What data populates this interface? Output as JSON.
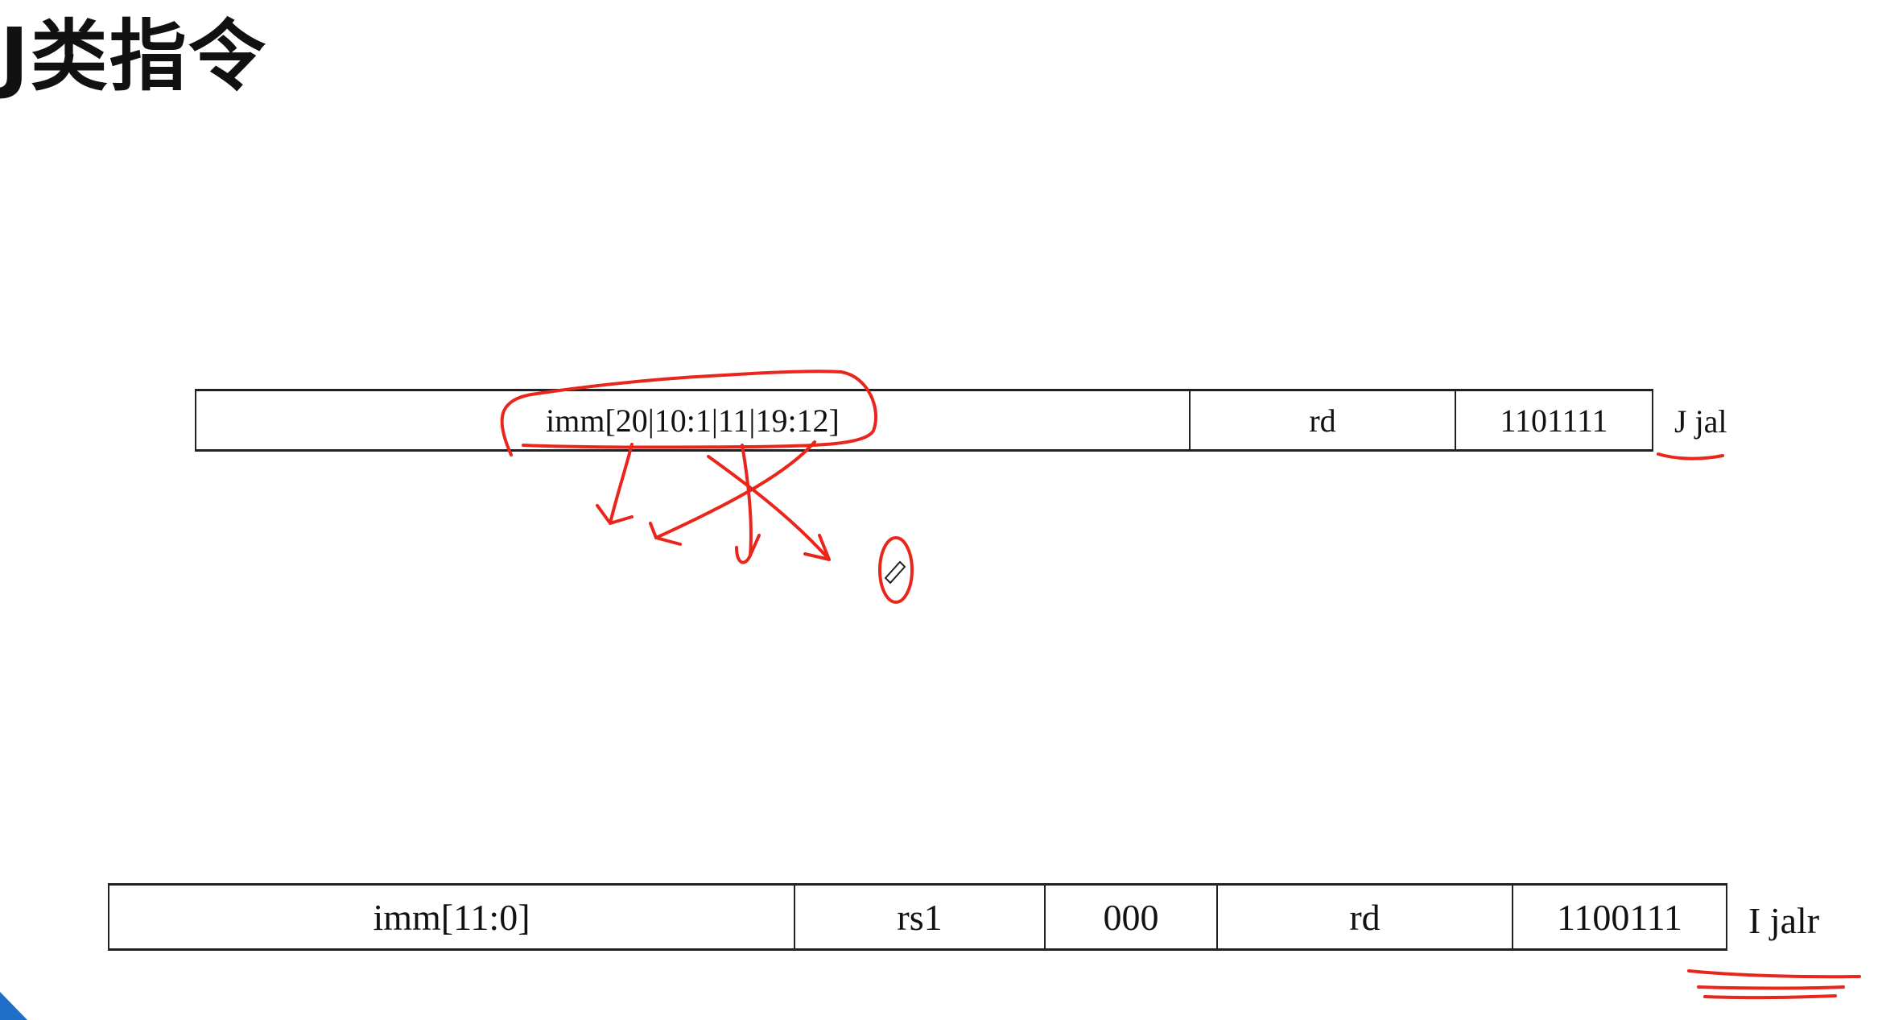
{
  "title": "J类指令",
  "jal": {
    "cells": [
      "imm[20|10:1|11|19:12]",
      "rd",
      "1101111"
    ],
    "type_label": "J jal"
  },
  "jalr": {
    "cells": [
      "imm[11:0]",
      "rs1",
      "000",
      "rd",
      "1100111"
    ],
    "type_label": "I jalr"
  },
  "colors": {
    "annotation": "#e8261c",
    "corner_accent": "#1f6fc9"
  }
}
